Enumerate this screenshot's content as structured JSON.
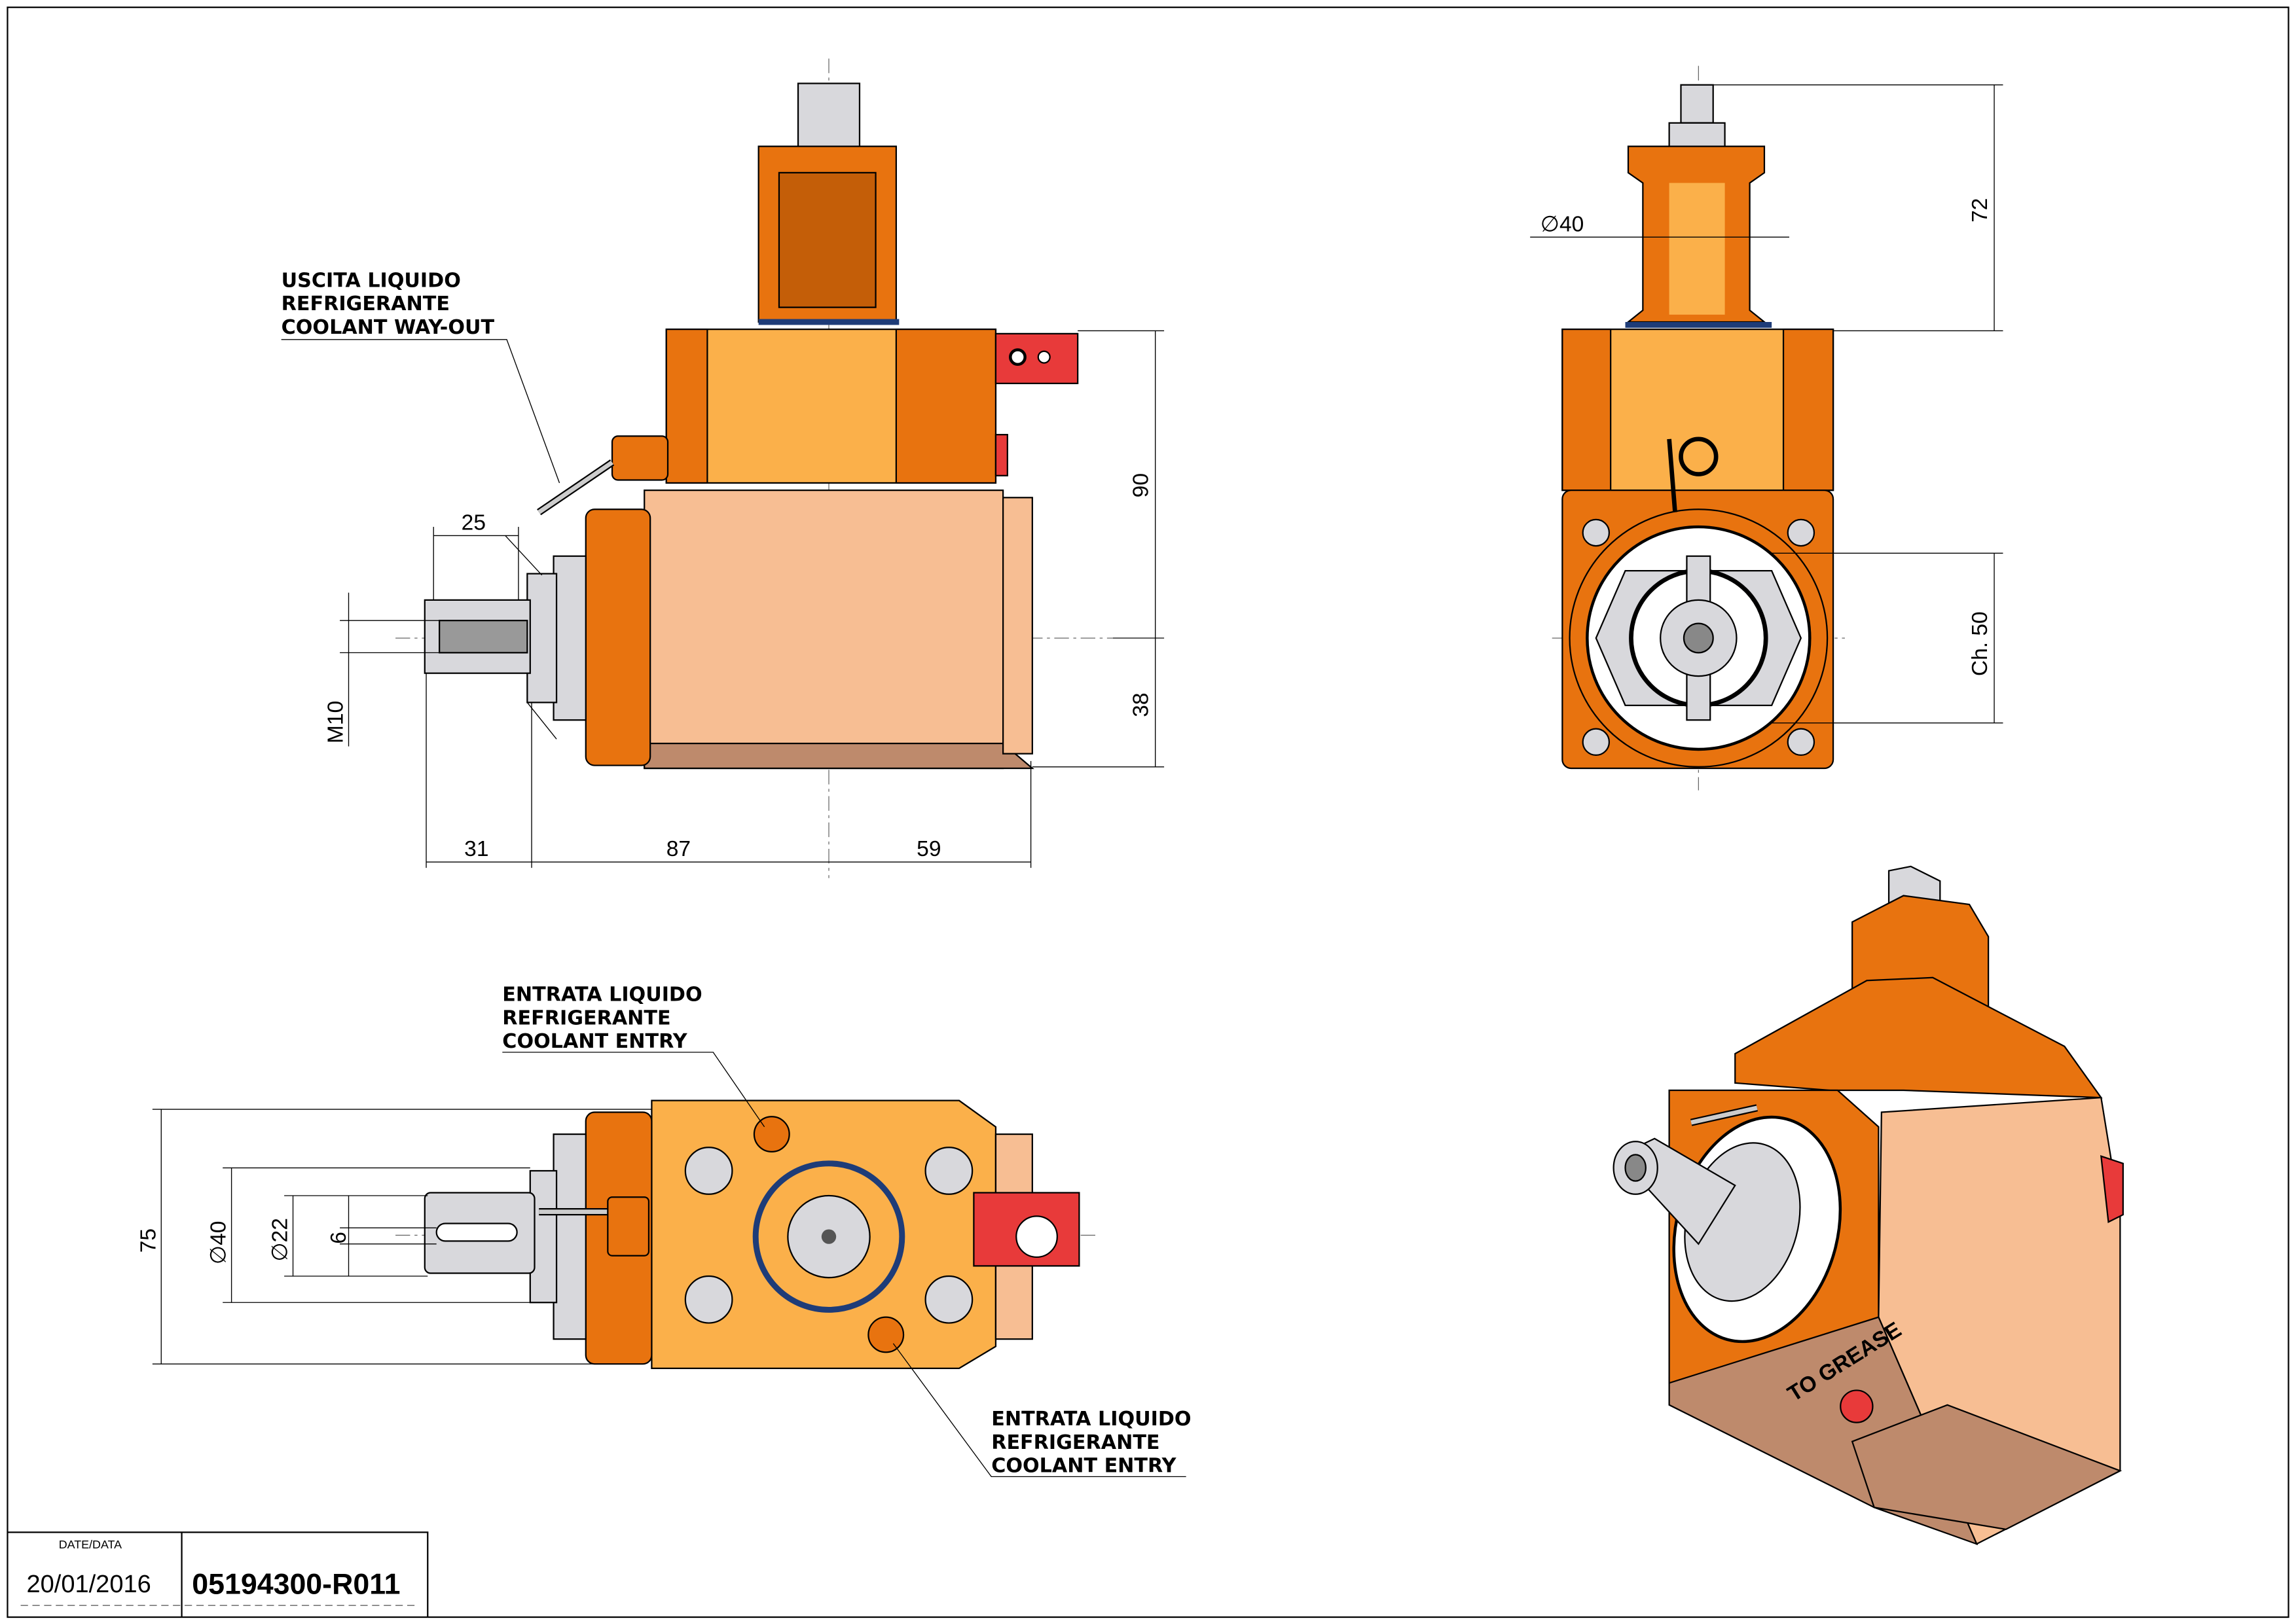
{
  "drawing": {
    "colors": {
      "dark_orange": "#E8730F",
      "light_orange": "#FBB04A",
      "peach": "#F7BE93",
      "tan": "#BE8A6C",
      "red": "#E83A3A"
    },
    "front_view": {
      "coolant_out_label": [
        "USCITA LIQUIDO",
        "REFRIGERANTE",
        "COOLANT WAY-OUT"
      ],
      "dims": {
        "shank_length": "25",
        "thread": "M10",
        "tool_offset": "31",
        "body_a": "87",
        "body_b": "59",
        "height_upper": "90",
        "height_lower": "38"
      }
    },
    "side_view": {
      "dims": {
        "diameter": "40",
        "spindle_height": "72",
        "flats": "Ch. 50"
      },
      "diameter_symbol": "∅"
    },
    "top_view": {
      "coolant_entry_label_1": [
        "ENTRATA LIQUIDO",
        "REFRIGERANTE",
        "COOLANT ENTRY"
      ],
      "coolant_entry_label_2": [
        "ENTRATA LIQUIDO",
        "REFRIGERANTE",
        "COOLANT ENTRY"
      ],
      "dims": {
        "width": "75",
        "diameter_40": "∅40",
        "diameter_22": "∅22",
        "key": "6"
      }
    },
    "iso_view": {
      "grease_label": "TO GREASE"
    }
  },
  "title_block": {
    "date_label": "DATE/DATA",
    "date": "20/01/2016",
    "drawing_number": "05194300-R011"
  }
}
